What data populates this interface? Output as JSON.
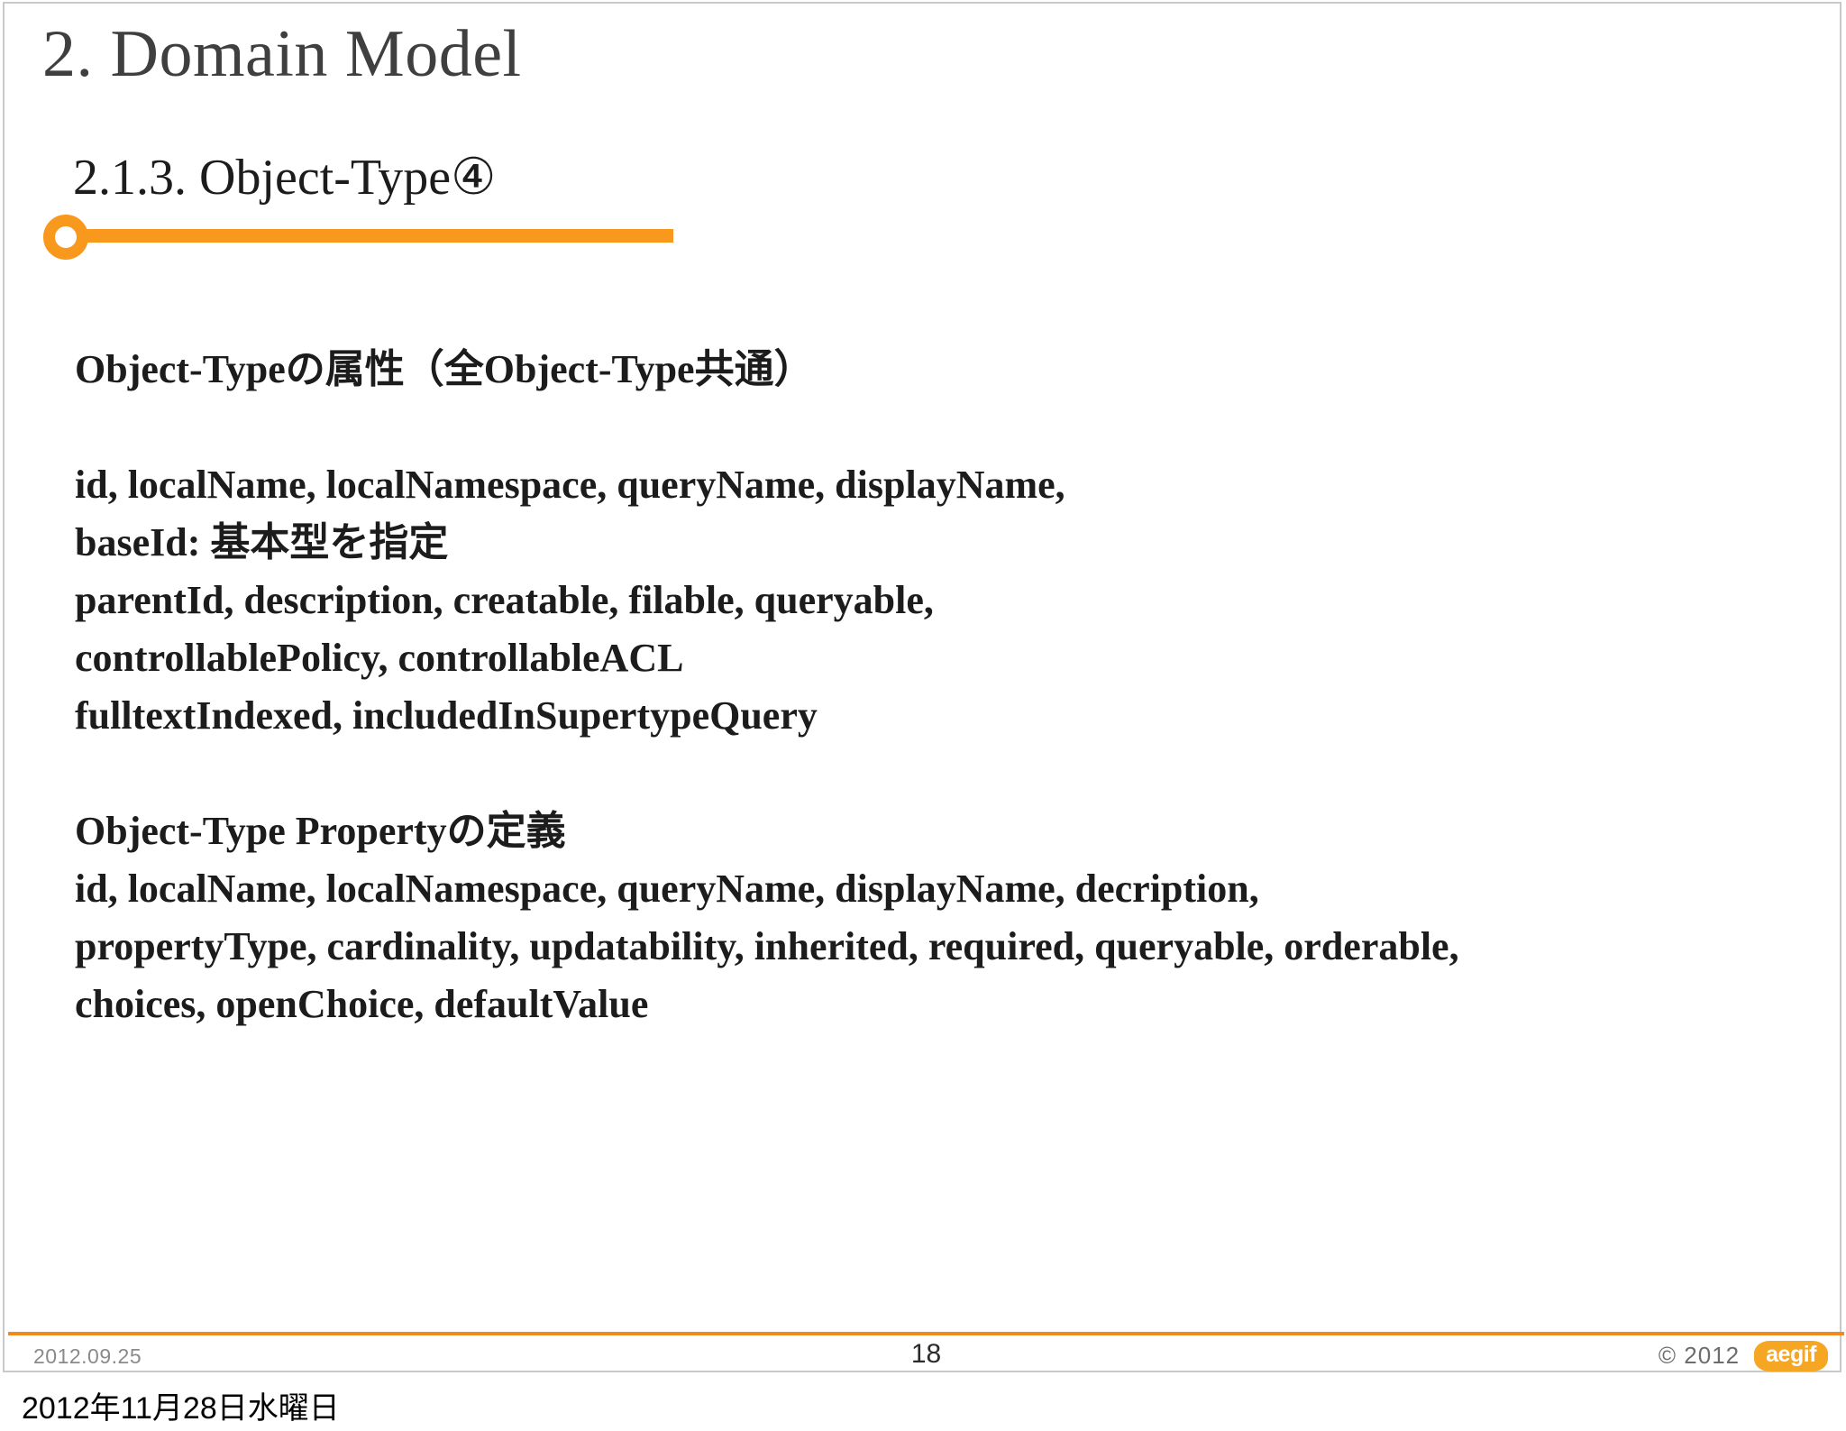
{
  "slide": {
    "title": "2. Domain Model",
    "subtitle": "2.1.3. Object-Type④",
    "accent_color": "#f8981d",
    "title_color": "#3f3f3f",
    "body": [
      "Object-Typeの属性（全Object-Type共通）",
      "",
      "id, localName, localNamespace, queryName, displayName,",
      "baseId: 基本型を指定",
      "parentId, description, creatable, filable, queryable,",
      "controllablePolicy, controllableACL",
      "fulltextIndexed, includedInSupertypeQuery",
      "",
      "Object-Type Propertyの定義",
      "id, localName, localNamespace, queryName, displayName, decription,",
      "propertyType, cardinality, updatability, inherited, required, queryable, orderable,",
      "choices, openChoice, defaultValue"
    ]
  },
  "footer": {
    "date": "2012.09.25",
    "page_number": "18",
    "copyright": "© 2012",
    "logo_text": "aegif",
    "logo_color": "#f5a623",
    "rule_color": "#f08a1c"
  },
  "page_caption": "2012年11月28日水曜日"
}
